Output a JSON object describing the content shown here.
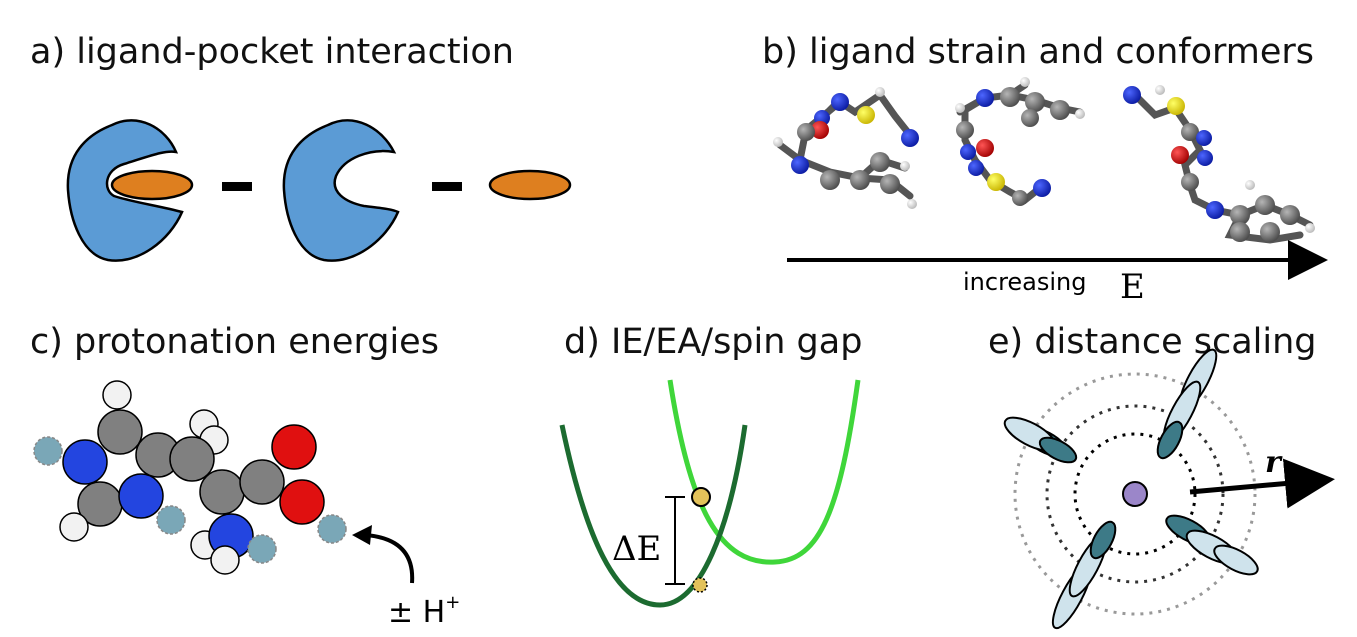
{
  "panels": {
    "a": {
      "title": "a) ligand-pocket interaction"
    },
    "b": {
      "title": "b) ligand strain and conformers",
      "axis_label": "increasing",
      "axis_symbol": "E"
    },
    "c": {
      "title": "c) protonation energies",
      "annotation_prefix": "± H",
      "annotation_superscript": "+"
    },
    "d": {
      "title": "d) IE/EA/spin gap",
      "gap_label": "ΔE"
    },
    "e": {
      "title": "e) distance scaling",
      "vector_label": "r"
    }
  },
  "colors": {
    "protein": "#5b9bd5",
    "ligand": "#de7f1f",
    "carbon": "#808080",
    "nitrogen": "#2345e0",
    "oxygen": "#e01010",
    "hydrogen": "#f2f2f2",
    "proton_site": "#7aa7b7",
    "sulfur": "#e8d817",
    "curve_dark": "#1c6b30",
    "curve_light": "#3fd63a",
    "state_point": "#e3c25a",
    "monomer_dark": "#3d7a87",
    "monomer_light": "#cfe3ec",
    "center_atom": "#9b86c9"
  }
}
